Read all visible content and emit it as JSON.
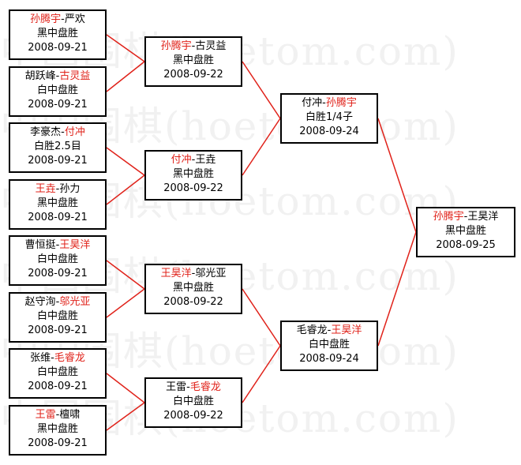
{
  "watermark": "中国围棋(hoetom.com)",
  "line_color": "#e0221a",
  "highlight_color": "#e0221a",
  "matches": [
    {
      "id": "r1m1",
      "p1": "孙腾宇",
      "p2": "严欢",
      "winner": 1,
      "result": "黑中盘胜",
      "date": "2008-09-21"
    },
    {
      "id": "r1m2",
      "p1": "胡跃峰",
      "p2": "古灵益",
      "winner": 2,
      "result": "白中盘胜",
      "date": "2008-09-21"
    },
    {
      "id": "r1m3",
      "p1": "李豪杰",
      "p2": "付冲",
      "winner": 2,
      "result": "白胜2.5目",
      "date": "2008-09-21"
    },
    {
      "id": "r1m4",
      "p1": "王垚",
      "p2": "孙力",
      "winner": 1,
      "result": "黑中盘胜",
      "date": "2008-09-21"
    },
    {
      "id": "r1m5",
      "p1": "曹恒挺",
      "p2": "王昊洋",
      "winner": 2,
      "result": "白中盘胜",
      "date": "2008-09-21"
    },
    {
      "id": "r1m6",
      "p1": "赵守洵",
      "p2": "邬光亚",
      "winner": 2,
      "result": "白中盘胜",
      "date": "2008-09-21"
    },
    {
      "id": "r1m7",
      "p1": "张维",
      "p2": "毛睿龙",
      "winner": 2,
      "result": "白中盘胜",
      "date": "2008-09-21"
    },
    {
      "id": "r1m8",
      "p1": "王雷",
      "p2": "檀啸",
      "winner": 1,
      "result": "黑中盘胜",
      "date": "2008-09-21"
    },
    {
      "id": "r2m1",
      "p1": "孙腾宇",
      "p2": "古灵益",
      "winner": 1,
      "result": "黑中盘胜",
      "date": "2008-09-22"
    },
    {
      "id": "r2m2",
      "p1": "付冲",
      "p2": "王垚",
      "winner": 1,
      "result": "黑中盘胜",
      "date": "2008-09-22"
    },
    {
      "id": "r2m3",
      "p1": "王昊洋",
      "p2": "邬光亚",
      "winner": 1,
      "result": "黑中盘胜",
      "date": "2008-09-22"
    },
    {
      "id": "r2m4",
      "p1": "王雷",
      "p2": "毛睿龙",
      "winner": 2,
      "result": "白中盘胜",
      "date": "2008-09-22"
    },
    {
      "id": "r3m1",
      "p1": "付冲",
      "p2": "孙腾宇",
      "winner": 2,
      "result": "白胜1/4子",
      "date": "2008-09-24"
    },
    {
      "id": "r3m2",
      "p1": "毛睿龙",
      "p2": "王昊洋",
      "winner": 2,
      "result": "白中盘胜",
      "date": "2008-09-24"
    },
    {
      "id": "final",
      "p1": "孙腾宇",
      "p2": "王昊洋",
      "winner": 1,
      "result": "黑中盘胜",
      "date": "2008-09-25"
    }
  ]
}
